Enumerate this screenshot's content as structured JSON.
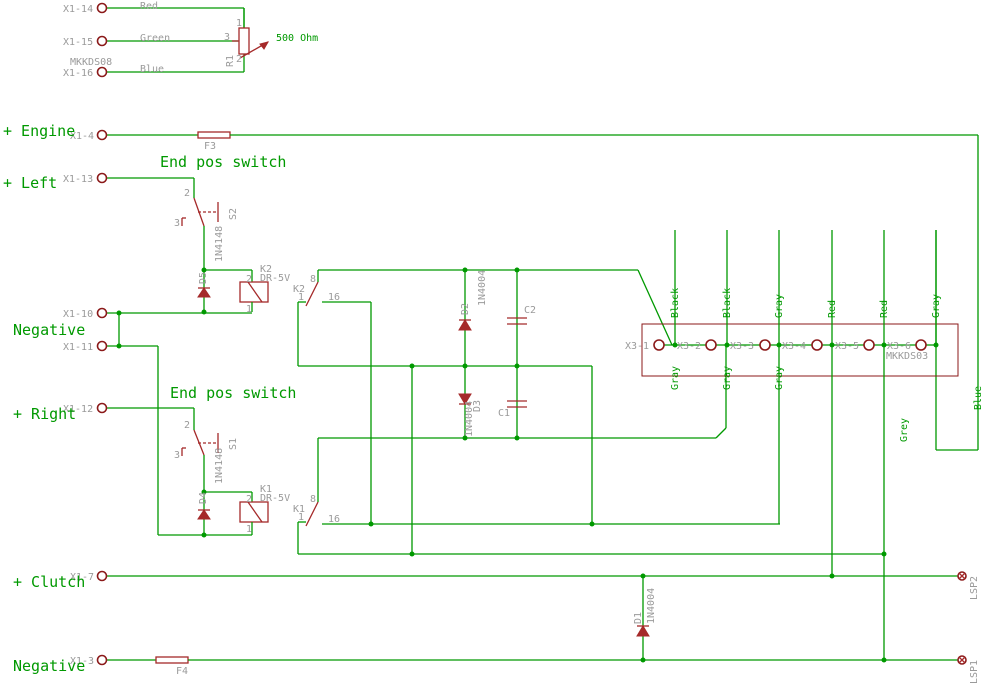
{
  "signals": {
    "engine": "+ Engine",
    "left": "+ Left",
    "negative_top": "Negative",
    "right": "+ Right",
    "clutch": "+ Clutch",
    "negative_bottom": "Negative"
  },
  "notes": {
    "end_pos_1": "End pos switch",
    "end_pos_2": "End pos switch"
  },
  "connectors": {
    "x1_14": "X1-14",
    "x1_15": "X1-15",
    "x1_16": "X1-16",
    "x1_4": "X1-4",
    "x1_13": "X1-13",
    "x1_10": "X1-10",
    "x1_11": "X1-11",
    "x1_12": "X1-12",
    "x1_7": "X1-7",
    "x1_3": "X1-3",
    "mkk_top": "MKKDS08",
    "x3_1": "X3-1",
    "x3_2": "X3-2",
    "x3_3": "X3-3",
    "x3_4": "X3-4",
    "x3_5": "X3-5",
    "x3_6": "X3-6",
    "mkk_x3": "MKKDS03",
    "lsp1": "LSP1",
    "lsp2": "LSP2"
  },
  "wires": {
    "red": "Red",
    "green": "Green",
    "blue": "Blue",
    "x3_top": [
      "Black",
      "Black",
      "Gray",
      "Red",
      "Red",
      "Gray"
    ],
    "x3_bottom": [
      "Gray",
      "Gray",
      "Gray"
    ],
    "grey_vertical": "Grey",
    "blue_vertical": "Blue"
  },
  "components": {
    "r1": "R1",
    "r1_value": "500 Ohm",
    "r1_pin1": "1",
    "r1_pin2": "2",
    "r1_pin3": "3",
    "f3": "F3",
    "f4": "F4",
    "s2": "S2",
    "s1": "S1",
    "d5": "D5",
    "d5_type": "1N4148",
    "d4": "D4",
    "d4_type": "1N4148",
    "k2": "K2",
    "k2_type": "DR-5V",
    "k1": "K1",
    "k1_type": "DR-5V",
    "d2": "D2",
    "d2_type": "1N4004",
    "d3": "D3",
    "d3_type": "1N4004",
    "d1": "D1",
    "d1_type": "1N4004",
    "c1": "C1",
    "c2": "C2",
    "pin_1": "1",
    "pin_2": "2",
    "pin_3": "3",
    "pin_8": "8",
    "pin_16": "16"
  },
  "colors": {
    "wire": "#009900",
    "part": "#a52a2a",
    "pad": "#8b1a1a",
    "label": "#9a9a9a"
  }
}
